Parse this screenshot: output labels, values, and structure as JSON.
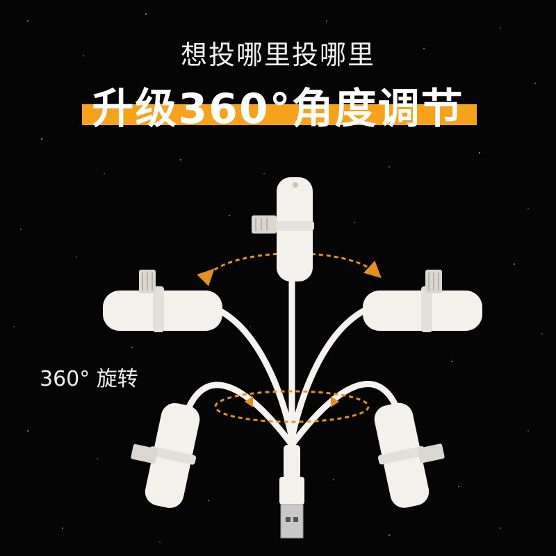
{
  "header": {
    "subtitle": "想投哪里投哪里",
    "title": "升级360°角度调节"
  },
  "annotation": {
    "rotate_label": "360° 旋转"
  },
  "colors": {
    "background": "#050505",
    "accent": "#f7a21b",
    "arrow": "#e8901c",
    "product_white": "#f4f3ef"
  }
}
